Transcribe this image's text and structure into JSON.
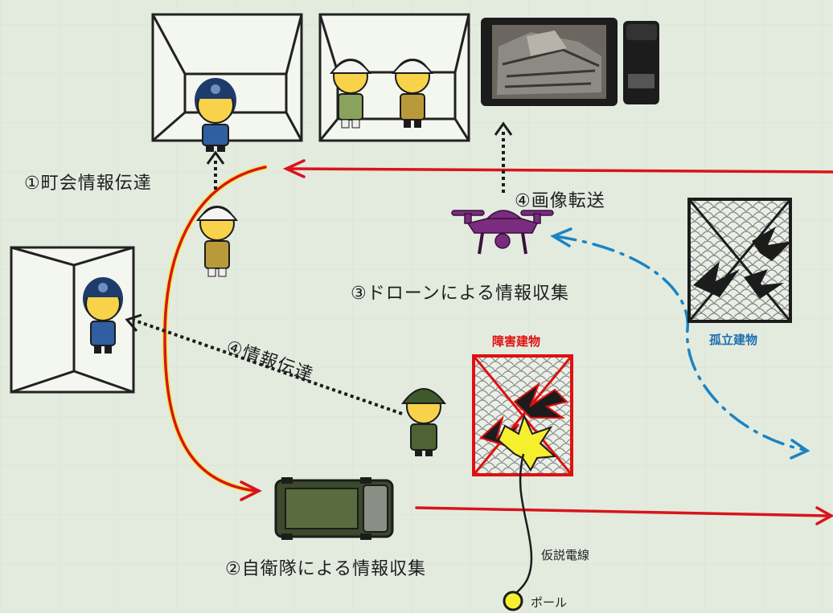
{
  "labels": {
    "town_info": "①町会情報伝達",
    "image_transfer": "④画像転送",
    "drone_collect": "③ドローンによる情報収集",
    "info_transmit": "④情報伝達",
    "obstacle": "障害建物",
    "isolated": "孤立建物",
    "sdf_collect": "②自衛隊による情報収集",
    "temp_wire": "仮説電線",
    "pole": "ポール"
  },
  "colors": {
    "red_route": "#d8141c",
    "blue_route": "#1a84c4",
    "obstacle_label": "#e01010",
    "isolated_label": "#1f6fb0"
  }
}
